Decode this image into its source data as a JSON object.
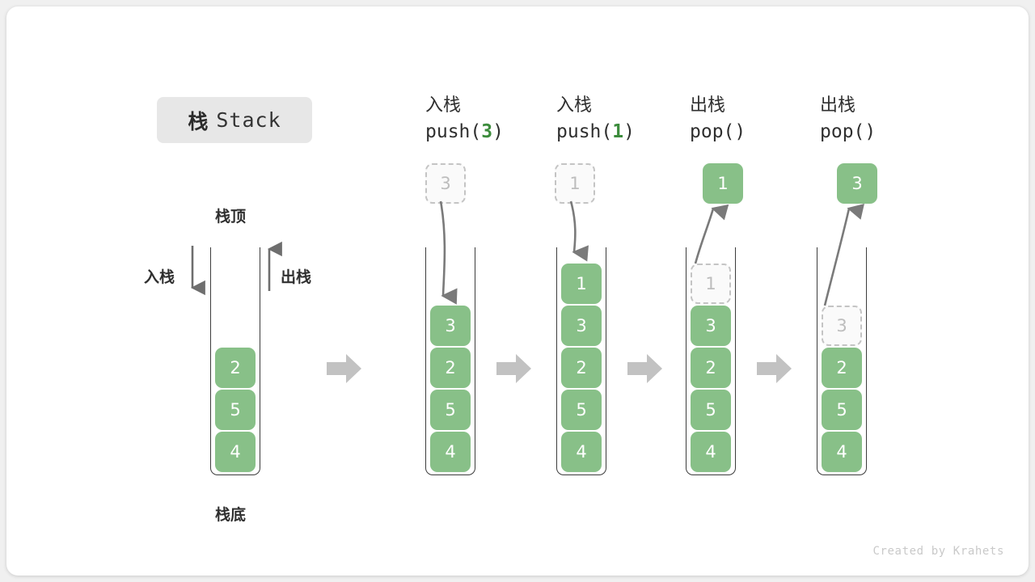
{
  "title": {
    "cn": "栈",
    "en": "Stack"
  },
  "labels": {
    "top": "栈顶",
    "bottom": "栈底",
    "push": "入栈",
    "pop": "出栈"
  },
  "colors": {
    "cell_green": "#88c088",
    "ghost_fill": "#fafafa",
    "ghost_border": "#c4c4c4",
    "arrow_gray": "#c0c0c0",
    "line_gray": "#7a7a7a",
    "badge_bg": "#e7e7e7",
    "accent_green_text": "#3c8c3c"
  },
  "stages": [
    {
      "name": "initial",
      "header_op": "",
      "header_code": "",
      "header_arg": "",
      "cells": [
        "2",
        "5",
        "4"
      ],
      "ghost": null,
      "popped": null
    },
    {
      "name": "push-3",
      "header_op": "入栈",
      "header_code_prefix": "push(",
      "header_arg": "3",
      "header_code_suffix": ")",
      "cells": [
        "3",
        "2",
        "5",
        "4"
      ],
      "ghost": "3",
      "popped": null
    },
    {
      "name": "push-1",
      "header_op": "入栈",
      "header_code_prefix": "push(",
      "header_arg": "1",
      "header_code_suffix": ")",
      "cells": [
        "1",
        "3",
        "2",
        "5",
        "4"
      ],
      "ghost": "1",
      "popped": null
    },
    {
      "name": "pop-1",
      "header_op": "出栈",
      "header_code_prefix": "pop(",
      "header_arg": "",
      "header_code_suffix": ")",
      "cells": [
        "3",
        "2",
        "5",
        "4"
      ],
      "ghost": "1",
      "popped": "1"
    },
    {
      "name": "pop-3",
      "header_op": "出栈",
      "header_code_prefix": "pop(",
      "header_arg": "",
      "header_code_suffix": ")",
      "cells": [
        "2",
        "5",
        "4"
      ],
      "ghost": "3",
      "popped": "3"
    }
  ],
  "footer": "Created by Krahets"
}
